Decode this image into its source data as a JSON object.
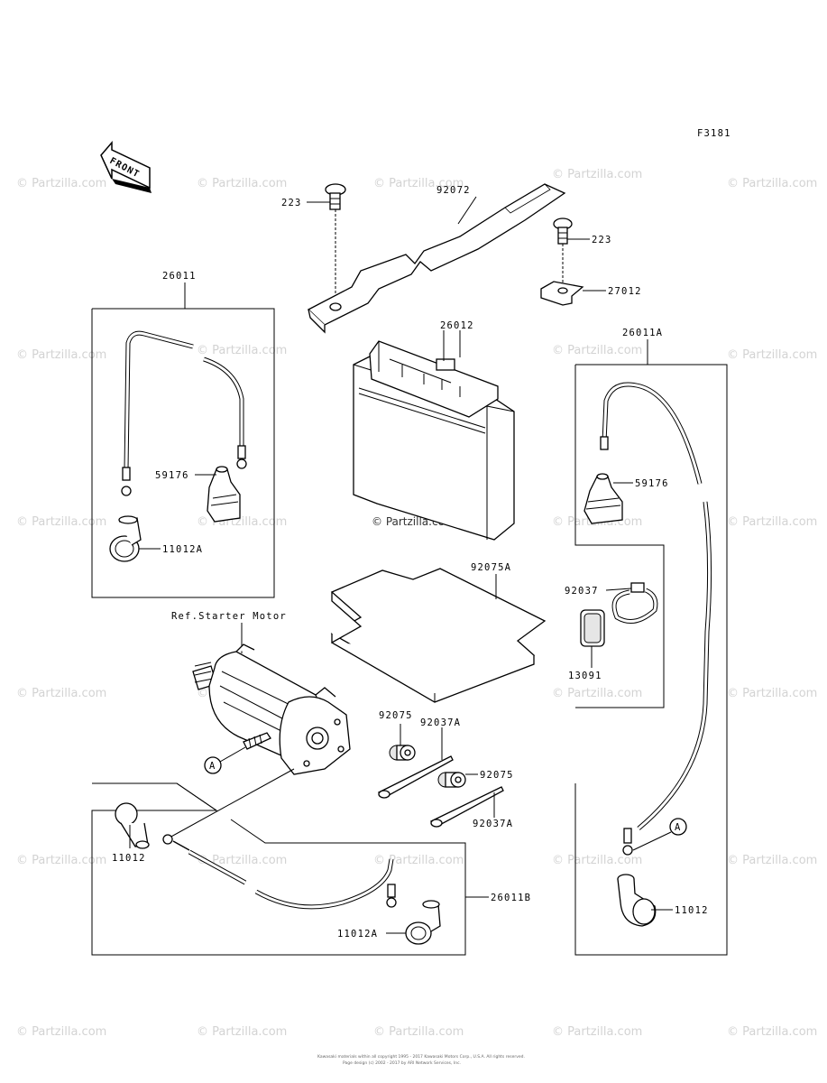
{
  "figure_code": "F3181",
  "front_label": "FRONT",
  "ref_label": "Ref.Starter Motor",
  "parts": {
    "bolt_left": "223",
    "bolt_right": "223",
    "strap": "92072",
    "bracket": "27012",
    "battery": "26012",
    "harness_left": "26011",
    "harness_right": "26011A",
    "harness_bottom": "26011B",
    "cap_left": "59176",
    "cap_right": "59176",
    "boot_left": "11012A",
    "boot_bottom_left": "11012",
    "boot_bottom_right": "11012A",
    "boot_right": "11012",
    "pad": "92075A",
    "band": "92037",
    "cover": "13091",
    "grommet_1": "92075",
    "grommet_2": "92075",
    "tie_1": "92037A",
    "tie_2": "92037A"
  },
  "callouts": {
    "a_left": "A",
    "a_right": "A"
  },
  "watermark": "© Partzilla.com",
  "copyright_line1": "Kawasaki materials within all copyright 1995 - 2017 Kawasaki Motors Corp., U.S.A. All rights reserved.",
  "copyright_line2": "Page design (c) 2002 - 2017 by ARI Network Services, Inc."
}
